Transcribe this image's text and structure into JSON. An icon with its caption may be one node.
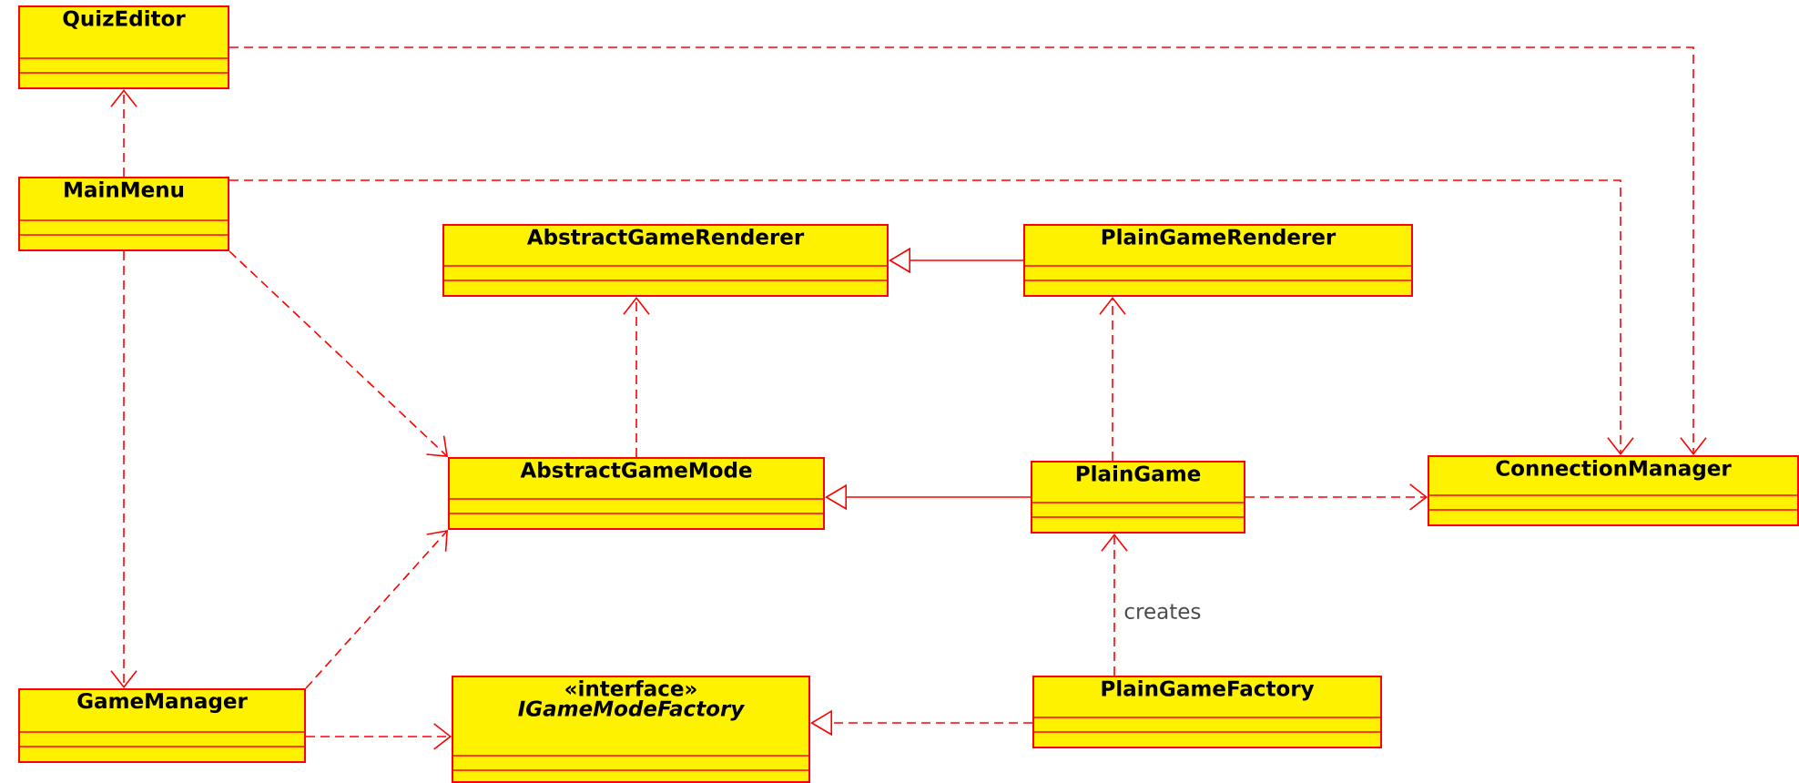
{
  "diagram": {
    "nodes": [
      {
        "text": [
          "QuizEditor"
        ]
      },
      {
        "text": [
          "MainMenu"
        ]
      },
      {
        "text": [
          "AbstractGameRenderer"
        ]
      },
      {
        "text": [
          "PlainGameRenderer"
        ]
      },
      {
        "text": [
          "AbstractGameMode"
        ]
      },
      {
        "text": [
          "PlainGame"
        ]
      },
      {
        "text": [
          "ConnectionManager"
        ]
      },
      {
        "text": [
          "GameManager"
        ]
      },
      {
        "text": [
          "«interface»",
          "IGameModeFactory"
        ]
      },
      {
        "text": [
          "PlainGameFactory"
        ]
      }
    ],
    "edges": [
      {
        "from": 1,
        "to": 0,
        "arrow": "to",
        "style": "dashed"
      },
      {
        "from": 0,
        "to": 6,
        "arrow": "to",
        "style": "dashed"
      },
      {
        "from": 1,
        "to": 6,
        "arrow": "to",
        "style": "dashed"
      },
      {
        "from": 1,
        "to": 4,
        "arrow": "to",
        "style": "dashed"
      },
      {
        "from": 1,
        "to": 7,
        "arrow": "to",
        "style": "dashed"
      },
      {
        "from": 3,
        "to": 2,
        "arrow": "to"
      },
      {
        "from": 4,
        "to": 2,
        "arrow": "to",
        "style": "dashed"
      },
      {
        "from": 5,
        "to": 4,
        "arrow": "to"
      },
      {
        "from": 5,
        "to": 3,
        "arrow": "to",
        "style": "dashed"
      },
      {
        "from": 5,
        "to": 6,
        "arrow": "to",
        "style": "dashed"
      },
      {
        "from": 7,
        "to": 4,
        "arrow": "to",
        "style": "dashed"
      },
      {
        "from": 7,
        "to": 8,
        "arrow": "to",
        "style": "dashed"
      },
      {
        "from": 9,
        "to": 5,
        "arrow": "to",
        "style": "dashed",
        "label": "creates"
      },
      {
        "from": 9,
        "to": 8,
        "arrow": "to",
        "style": "dashed"
      }
    ]
  }
}
